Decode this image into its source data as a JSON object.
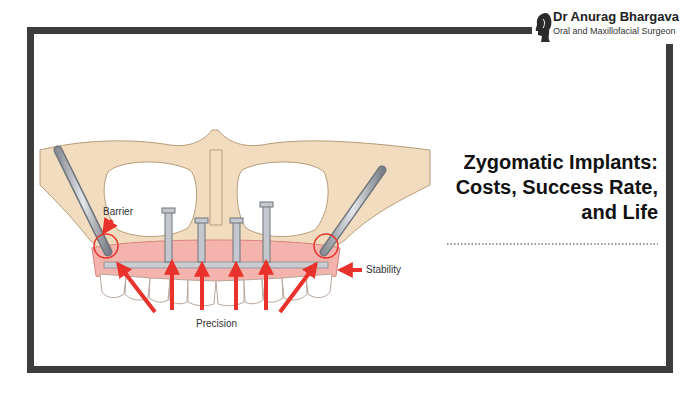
{
  "diagram": {
    "title": "Zygomatic Implants: Costs, Success Rate, and Life",
    "labels": [
      "Dr Anurag Bhargava",
      "Oral and Maxillofacial Surgeon",
      "Barrier",
      "Stability",
      "Precision"
    ]
  }
}
